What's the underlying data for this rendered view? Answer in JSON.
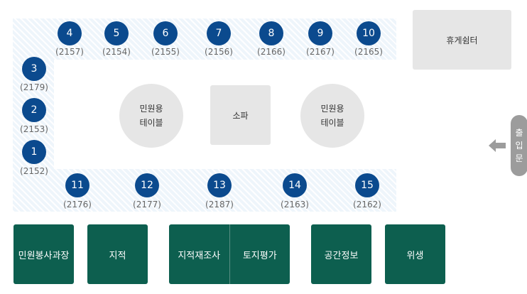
{
  "rest_area": "휴게쉼터",
  "entrance": [
    "출",
    "입",
    "문"
  ],
  "tables": {
    "left": [
      "민원용",
      "테이블"
    ],
    "right": [
      "민원용",
      "테이블"
    ]
  },
  "sofa": "소파",
  "windows": [
    {
      "num": "4",
      "ext": "(2157)"
    },
    {
      "num": "5",
      "ext": "(2154)"
    },
    {
      "num": "6",
      "ext": "(2155)"
    },
    {
      "num": "7",
      "ext": "(2156)"
    },
    {
      "num": "8",
      "ext": "(2166)"
    },
    {
      "num": "9",
      "ext": "(2167)"
    },
    {
      "num": "10",
      "ext": "(2165)"
    },
    {
      "num": "3",
      "ext": "(2179)"
    },
    {
      "num": "2",
      "ext": "(2153)"
    },
    {
      "num": "1",
      "ext": "(2152)"
    },
    {
      "num": "11",
      "ext": "(2176)"
    },
    {
      "num": "12",
      "ext": "(2177)"
    },
    {
      "num": "13",
      "ext": "(2187)"
    },
    {
      "num": "14",
      "ext": "(2163)"
    },
    {
      "num": "15",
      "ext": "(2162)"
    }
  ],
  "departments": [
    "민원봉사과장",
    "지적",
    "지적재조사",
    "토지평가",
    "공간정보",
    "위생"
  ]
}
